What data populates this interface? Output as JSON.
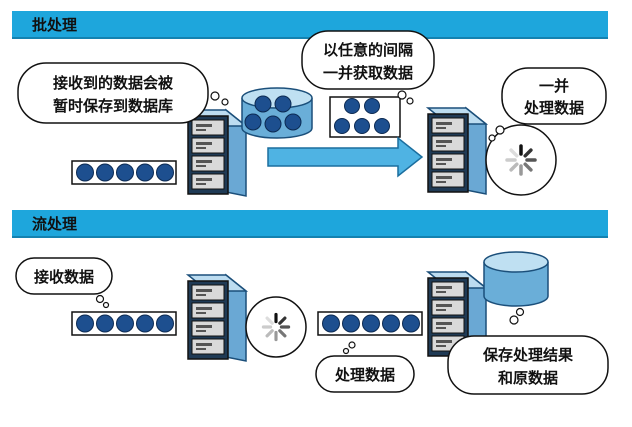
{
  "sections": {
    "batch": {
      "title": "批处理",
      "bubble_receive": [
        "接收到的数据会被",
        "暂时保存到数据库"
      ],
      "bubble_interval": [
        "以任意的间隔",
        "一并获取数据"
      ],
      "bubble_process": [
        "一并",
        "处理数据"
      ]
    },
    "stream": {
      "title": "流处理",
      "bubble_receive": "接收数据",
      "bubble_process": "处理数据",
      "bubble_store": [
        "保存处理结果",
        "和原数据"
      ]
    }
  },
  "colors": {
    "band": "#1ea6dc",
    "server": "#1f6fa8",
    "data_dot": "#1d4f8f",
    "arrow": "#4fb3e3"
  }
}
